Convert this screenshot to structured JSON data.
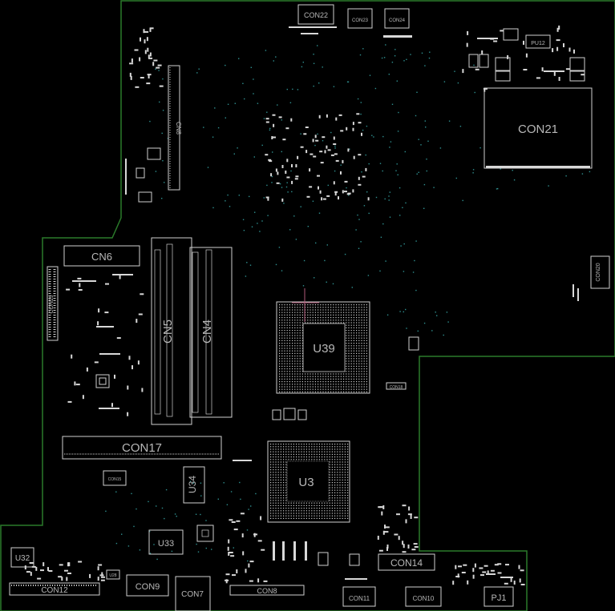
{
  "board": {
    "outline_color": "#2a7a2a",
    "component_color": "#cfcfcf",
    "label_color": "#b8b8b8",
    "via_color": "#2f8f8f",
    "accent_color": "#b05a7a"
  },
  "labels": {
    "con22": "CON22",
    "con23": "CON23",
    "con24": "CON24",
    "pu12": "PU12",
    "con21": "CON21",
    "cn8": "CN8",
    "cn6": "CN6",
    "con20": "CON20",
    "cn5": "CN5",
    "cn4": "CN4",
    "u39": "U39",
    "con19": "CON19",
    "con18": "CON18",
    "con17": "CON17",
    "con15": "CON15",
    "u34": "U34",
    "u3x": "U3",
    "u33": "U33",
    "u32": "U32",
    "u28": "U28",
    "con12": "CON12",
    "con9": "CON9",
    "con7": "CON7",
    "con8": "CON8",
    "con14": "CON14",
    "con11": "CON11",
    "con10": "CON10",
    "pj1": "PJ1"
  }
}
